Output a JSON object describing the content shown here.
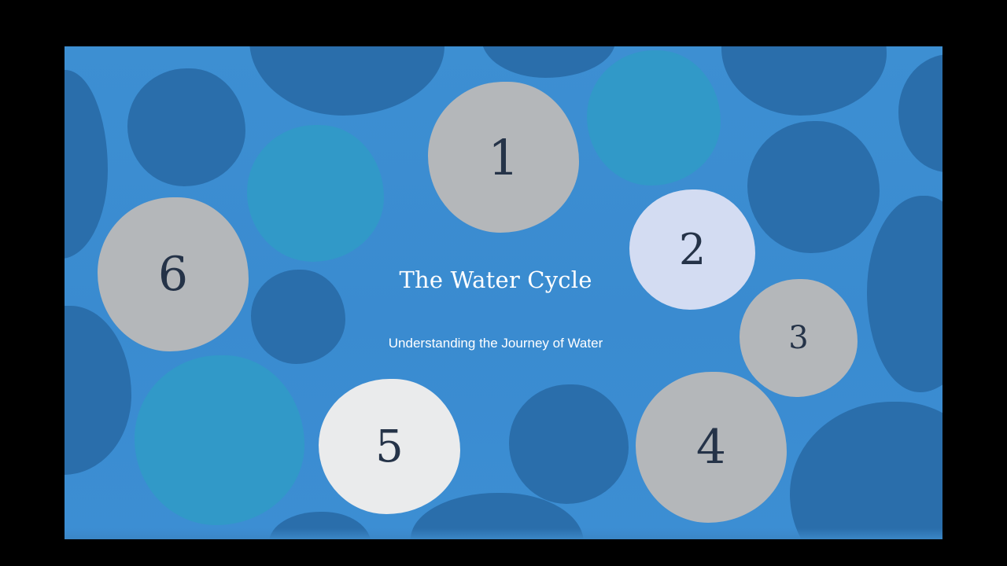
{
  "slide": {
    "title": "The Water Cycle",
    "subtitle": "Understanding the Journey of Water"
  },
  "circles": {
    "c1": "1",
    "c2": "2",
    "c3": "3",
    "c4": "4",
    "c5": "5",
    "c6": "6"
  },
  "colors": {
    "background": "#3b8cd1",
    "dark_circle": "#2a6eab",
    "teal_circle": "#3199c8",
    "gray_circle": "#b4b7ba",
    "lavender_circle": "#d3dcf2",
    "white_circle": "#eaebec",
    "number_text": "#253348"
  }
}
